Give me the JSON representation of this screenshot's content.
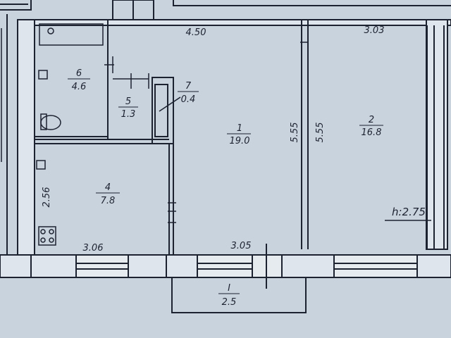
{
  "plan": {
    "rooms": [
      {
        "number": "1",
        "area": "19.0"
      },
      {
        "number": "2",
        "area": "16.8"
      },
      {
        "number": "4",
        "area": "7.8"
      },
      {
        "number": "5",
        "area": "1.3"
      },
      {
        "number": "6",
        "area": "4.6"
      },
      {
        "number": "7",
        "area": "0.4"
      }
    ],
    "balcony": {
      "number": "I",
      "area": "2.5"
    },
    "dimensions": {
      "top_left": "4.50",
      "top_right": "3.03",
      "wall_left": "5.55",
      "wall_right": "5.55",
      "side_room4": "2.56",
      "bottom_left": "3.06",
      "bottom_mid": "3.05"
    },
    "ceiling_height": "h:2.75"
  },
  "colors": {
    "paper": "#c9d3de",
    "ink": "#1d2230",
    "wall_fill": "#dfe5ec"
  }
}
